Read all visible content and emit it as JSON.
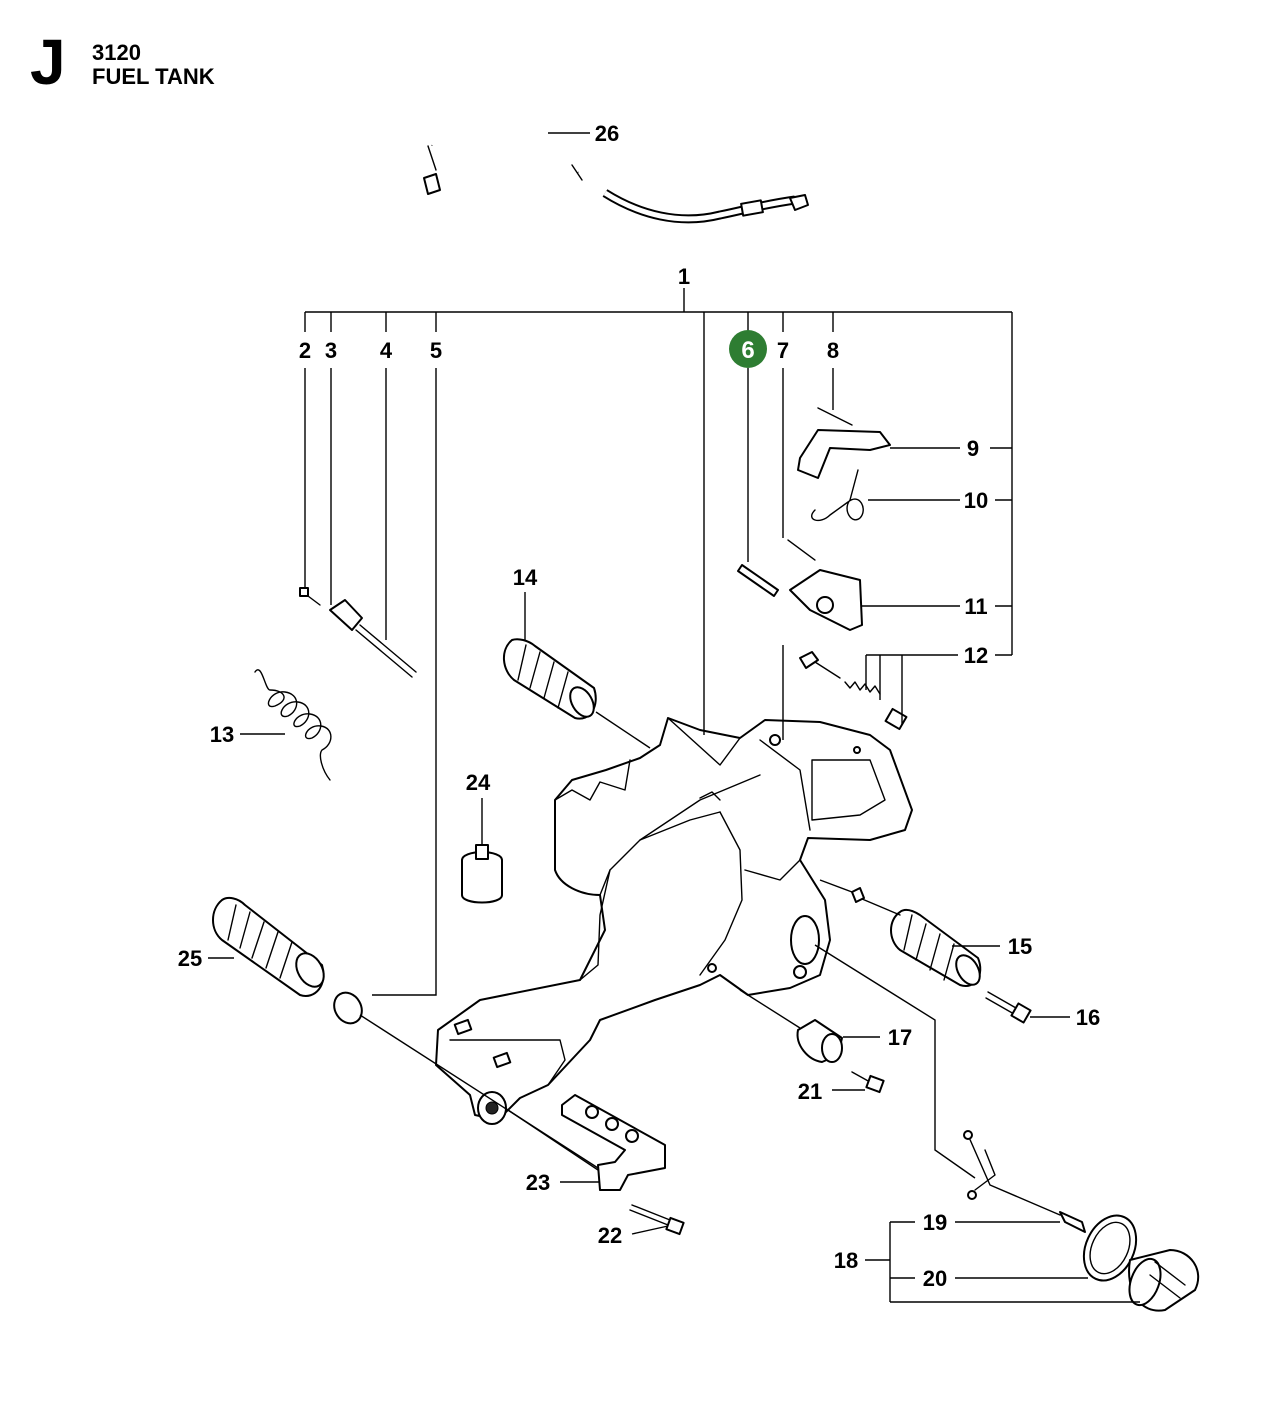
{
  "header": {
    "section_letter": "J",
    "model": "3120",
    "title": "FUEL TANK"
  },
  "callouts": {
    "c1": "1",
    "c2": "2",
    "c3": "3",
    "c4": "4",
    "c5": "5",
    "c6": "6",
    "c7": "7",
    "c8": "8",
    "c9": "9",
    "c10": "10",
    "c11": "11",
    "c12": "12",
    "c13": "13",
    "c14": "14",
    "c15": "15",
    "c16": "16",
    "c17": "17",
    "c18": "18",
    "c19": "19",
    "c20": "20",
    "c21": "21",
    "c22": "22",
    "c23": "23",
    "c24": "24",
    "c25": "25",
    "c26": "26"
  },
  "colors": {
    "highlight_badge": "#2e7d32",
    "line": "#000000",
    "background": "#ffffff"
  }
}
